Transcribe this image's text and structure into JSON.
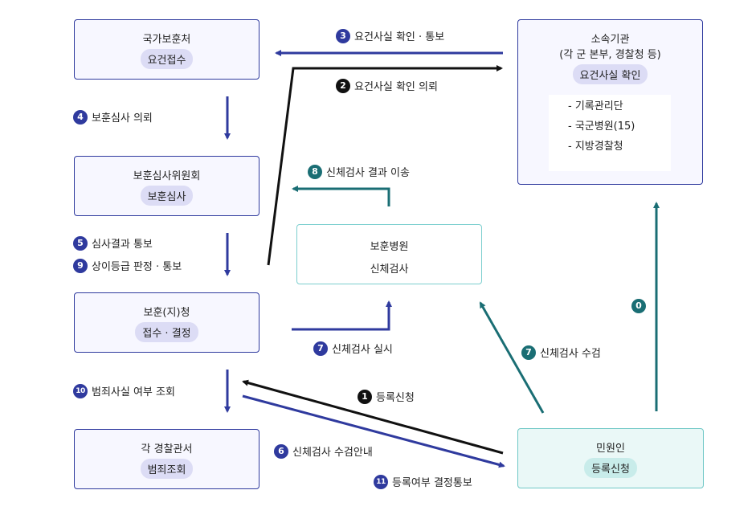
{
  "nodes": {
    "bohunchŏ": {
      "title": "국가보훈처",
      "tag": "요건접수"
    },
    "committee": {
      "title": "보훈심사위원회",
      "tag": "보훈심사"
    },
    "office": {
      "title": "보훈(지)청",
      "tag": "접수 · 결정"
    },
    "police": {
      "title": "각 경찰관서",
      "tag": "범죄조회"
    },
    "affiliation": {
      "title": "소속기관",
      "subtitle": "(각 군 본부, 경찰청 등)",
      "tag": "요건사실 확인",
      "items": [
        "-   기록관리단",
        "- 국군병원(15)",
        "-   지방경찰청"
      ]
    },
    "hospital": {
      "title": "보훈병원",
      "tag": "신체검사"
    },
    "applicant": {
      "title": "민원인",
      "tag": "등록신청"
    }
  },
  "steps": {
    "s0": {
      "num": "0",
      "text": ""
    },
    "s1": {
      "num": "1",
      "text": "등록신청"
    },
    "s2": {
      "num": "2",
      "text": "요건사실 확인 의뢰"
    },
    "s3": {
      "num": "3",
      "text": "요건사실 확인 · 통보"
    },
    "s4": {
      "num": "4",
      "text": "보훈심사 의뢰"
    },
    "s5": {
      "num": "5",
      "text": "심사결과 통보"
    },
    "s6": {
      "num": "6",
      "text": "신체검사 수검안내"
    },
    "s7a": {
      "num": "7",
      "text": "신체검사 실시"
    },
    "s7b": {
      "num": "7",
      "text": "신체검사 수검"
    },
    "s8": {
      "num": "8",
      "text": "신체검사 결과 이송"
    },
    "s9": {
      "num": "9",
      "text": "상이등급 판정 · 통보"
    },
    "s10": {
      "num": "10",
      "text": "범죄사실 여부 조회"
    },
    "s11": {
      "num": "11",
      "text": "등록여부 결정통보"
    }
  },
  "colors": {
    "blue": "#2f3a9e",
    "black": "#111111",
    "teal": "#1a6e74"
  }
}
